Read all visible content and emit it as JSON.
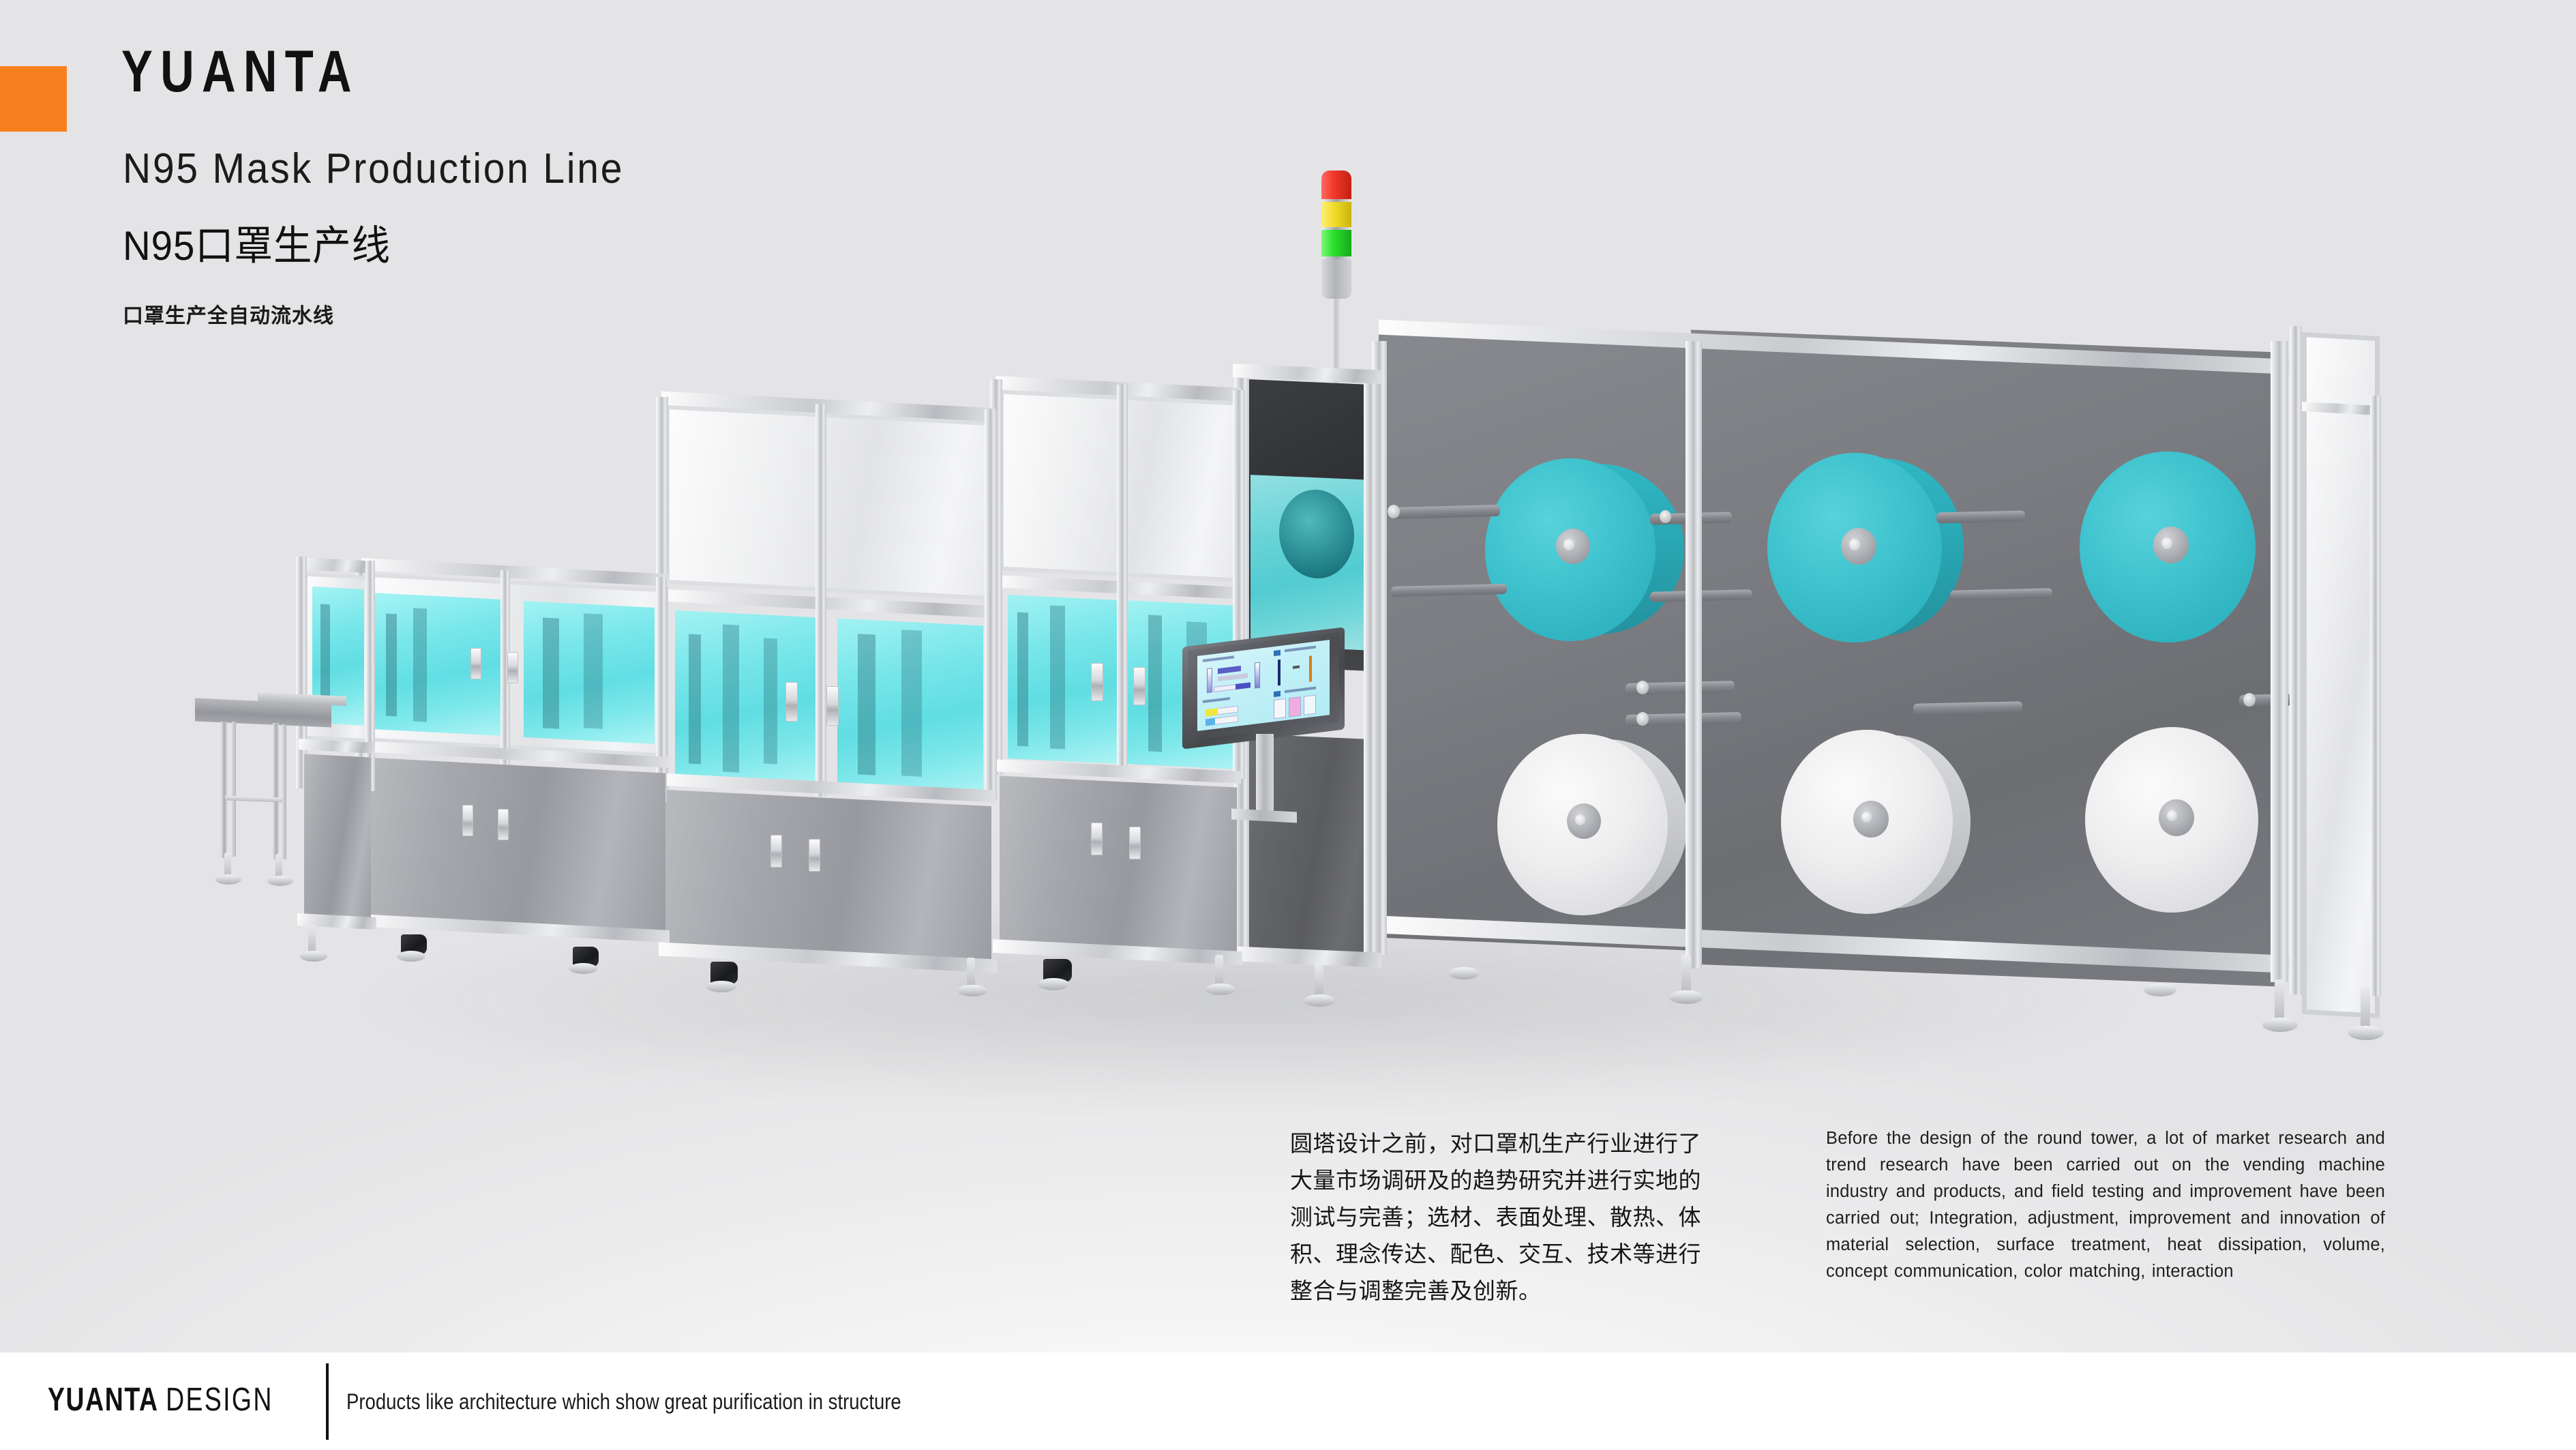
{
  "header": {
    "brand": "YUANTA",
    "title_en": "N95  Mask  Production  Line",
    "title_cn": "N95口罩生产线",
    "subtitle_cn": "口罩生产全自动流水线",
    "accent_color": "#F97F1E"
  },
  "machine": {
    "label": "N95 mask production line 3D render",
    "signal_tower": {
      "lights": [
        "red",
        "yellow",
        "green"
      ],
      "colors": {
        "red": "#EF3A2C",
        "yellow": "#F2DD2B",
        "green": "#2AE02B"
      }
    },
    "hmi": {
      "label": "HMI touchscreen control panel",
      "screen_color": "#C3F0F7"
    },
    "materials": {
      "teal_roll_color": "#3FC3CE",
      "white_roll_color": "#EEEEEF",
      "frame_color": "#C9CBCF",
      "glass_color": "#6FE6EA"
    },
    "teal_roll_count": 3,
    "white_roll_count": 3,
    "station_count": 4
  },
  "body": {
    "text_cn": "圆塔设计之前，对口罩机生产行业进行了\n大量市场调研及的趋势研究并进行实地的\n测试与完善；选材、表面处理、散热、体\n积、理念传达、配色、交互、技术等进行\n整合与调整完善及创新。",
    "text_en": "Before the design of the round tower, a lot of market research and trend research have been carried out on the vending machine industry and products, and field testing and improvement have been carried out; Integration, adjustment, improvement and innovation of material selection, surface treatment, heat dissipation, volume, concept communication, color matching, interaction"
  },
  "footer": {
    "logo_bold": "YUANTA",
    "logo_light": "DESIGN",
    "tagline": "Products like architecture which show great purification in structure"
  }
}
